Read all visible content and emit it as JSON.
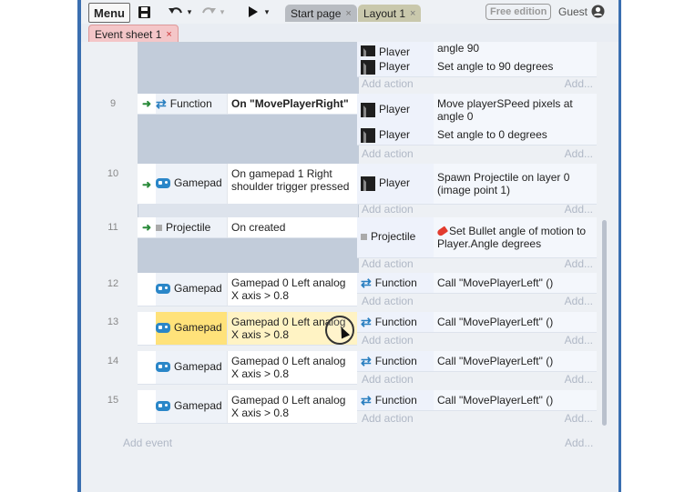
{
  "toolbar": {
    "menu_label": "Menu",
    "tabs": [
      {
        "label": "Start page",
        "close": "×"
      },
      {
        "label": "Layout 1",
        "close": "×"
      }
    ],
    "edition_badge": "Free edition",
    "user_label": "Guest"
  },
  "sheet_tab": {
    "label": "Event sheet 1",
    "close": "×"
  },
  "add_action": "Add action",
  "add_ellipsis": "Add...",
  "add_event": "Add event",
  "events": [
    {
      "number": "",
      "partial": true,
      "actions": [
        {
          "object": "Player",
          "text": "angle 90"
        },
        {
          "object": "Player",
          "text": "Set angle to 90 degrees"
        }
      ]
    },
    {
      "number": "9",
      "cond_object": "Function",
      "cond_text": "On \"MovePlayerRight\"",
      "actions": [
        {
          "object": "Player",
          "text": "Move playerSPeed pixels at angle 0"
        },
        {
          "object": "Player",
          "text": "Set angle to 0 degrees"
        }
      ]
    },
    {
      "number": "10",
      "cond_object": "Gamepad",
      "cond_text": "On gamepad 1 Right shoulder trigger pressed",
      "actions": [
        {
          "object": "Player",
          "text": "Spawn Projectile on layer 0 (image point 1)"
        }
      ]
    },
    {
      "number": "11",
      "cond_object": "Projectile",
      "cond_text": "On created",
      "actions": [
        {
          "object": "Projectile",
          "text": "Set Bullet angle of motion to Player.Angle degrees"
        }
      ]
    },
    {
      "number": "12",
      "cond_object": "Gamepad",
      "cond_text": "Gamepad 0 Left analog X axis > 0.8",
      "actions": [
        {
          "object": "Function",
          "text": "Call \"MovePlayerLeft\" ()"
        }
      ]
    },
    {
      "number": "13",
      "cond_object": "Gamepad",
      "cond_text": "Gamepad 0 Left analog X axis > 0.8",
      "actions": [
        {
          "object": "Function",
          "text": "Call \"MovePlayerLeft\" ()"
        }
      ]
    },
    {
      "number": "14",
      "cond_object": "Gamepad",
      "cond_text": "Gamepad 0 Left analog X axis > 0.8",
      "actions": [
        {
          "object": "Function",
          "text": "Call \"MovePlayerLeft\" ()"
        }
      ]
    },
    {
      "number": "15",
      "cond_object": "Gamepad",
      "cond_text": "Gamepad 0 Left analog X axis > 0.8",
      "actions": [
        {
          "object": "Function",
          "text": "Call \"MovePlayerLeft\" ()"
        }
      ]
    }
  ],
  "icons": {
    "save": "save-icon",
    "undo": "undo-icon",
    "redo": "redo-icon",
    "play": "play-icon",
    "user": "user-icon",
    "function": "function-icon",
    "gamepad": "gamepad-icon",
    "player": "player-sprite-icon",
    "projectile": "projectile-icon",
    "bullet": "bullet-behavior-icon"
  },
  "colors": {
    "highlight_object": "#ffe27a",
    "highlight_text": "#fff3c4",
    "active_sheet_tab": "#f4c6c8",
    "accent": "#2a86c8"
  }
}
